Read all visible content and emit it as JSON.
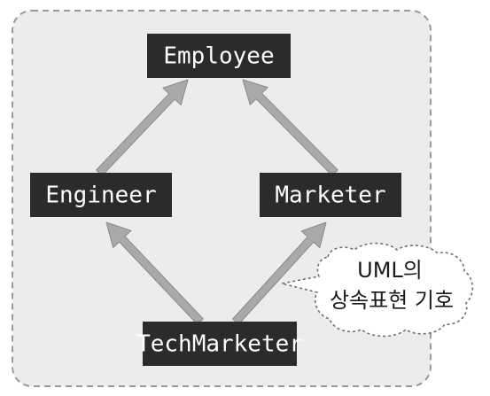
{
  "colors": {
    "panel_fill": "#ececec",
    "panel_border": "#9a9a9a",
    "node_fill": "#2b2b2b",
    "node_text": "#ffffff",
    "arrow_fill": "#a9a9a9",
    "arrow_edge": "#8a8a8a",
    "bubble_fill": "#ffffff",
    "bubble_border": "#6f6f6f"
  },
  "nodes": {
    "employee": {
      "label": "Employee"
    },
    "engineer": {
      "label": "Engineer"
    },
    "marketer": {
      "label": "Marketer"
    },
    "techmarketer": {
      "label": "TechMarketer"
    }
  },
  "inheritance": [
    {
      "from": "engineer",
      "to": "employee"
    },
    {
      "from": "marketer",
      "to": "employee"
    },
    {
      "from": "techmarketer",
      "to": "engineer"
    },
    {
      "from": "techmarketer",
      "to": "marketer"
    }
  ],
  "callout": {
    "line1": "UML의",
    "line2": "상속표현 기호"
  }
}
